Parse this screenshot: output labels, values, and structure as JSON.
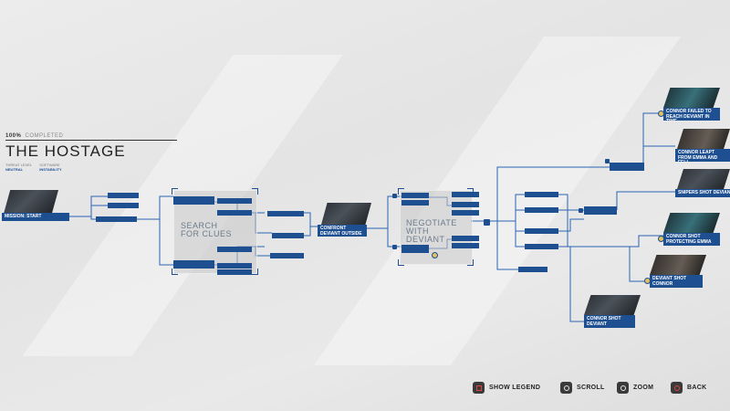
{
  "header": {
    "completion_value": "100%",
    "completion_label": "COMPLETED",
    "title": "THE HOSTAGE",
    "stat1_label": "THREAT LEVEL",
    "stat1_value": "NEUTRAL",
    "stat2_label": "SOFTWARE",
    "stat2_value": "INSTABILITY"
  },
  "nodes": {
    "mission_start": "MISSION: START",
    "n_a": "",
    "n_b": "",
    "n_c": "",
    "search_label": "SEARCH FOR CLUES",
    "confront": "CONFRONT DEVIANT OUTSIDE",
    "negotiate_label": "NEGOTIATE WITH DEVIANT",
    "connor_failed": "CONNOR FAILED TO REACH DEVIANT IN TIME",
    "connor_leapt": "CONNOR LEAPT FROM EMMA AND FELL",
    "snipers_shot": "SNIPERS SHOT DEVIANT",
    "connor_shot_protecting": "CONNOR SHOT PROTECTING EMMA",
    "deviant_shot_connor": "DEVIANT SHOT CONNOR",
    "connor_shot_deviant": "CONNOR SHOT DEVIANT"
  },
  "legend": [
    {
      "label": "SHOW LEGEND",
      "icon": "square-button-icon"
    },
    {
      "label": "SCROLL",
      "icon": "left-stick-icon"
    },
    {
      "label": "ZOOM",
      "icon": "right-stick-icon"
    },
    {
      "label": "BACK",
      "icon": "circle-button-icon"
    }
  ],
  "colors": {
    "node": "#1d4f91",
    "line": "#2a64b3",
    "accent": "#e0c060"
  }
}
